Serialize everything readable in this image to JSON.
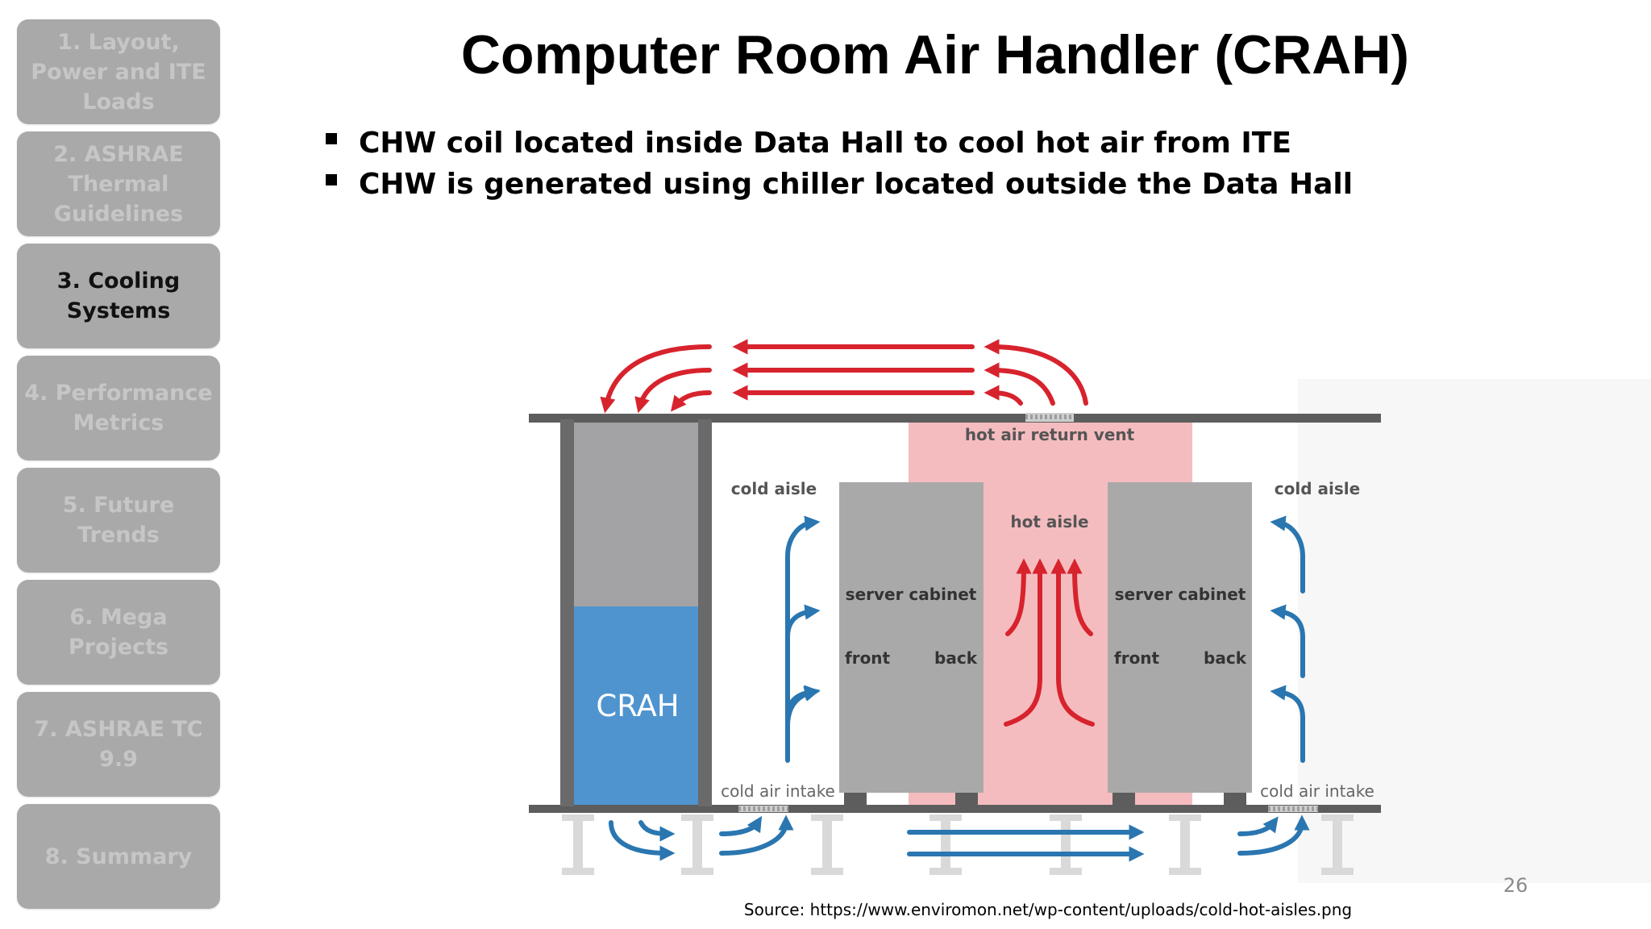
{
  "nav": {
    "items": [
      {
        "label": "1. Layout,\nPower and ITE\nLoads",
        "active": false
      },
      {
        "label": "2. ASHRAE\nThermal\nGuidelines",
        "active": false
      },
      {
        "label": "3. Cooling\nSystems",
        "active": true
      },
      {
        "label": "4. Performance\nMetrics",
        "active": false
      },
      {
        "label": "5. Future\nTrends",
        "active": false
      },
      {
        "label": "6. Mega\nProjects",
        "active": false
      },
      {
        "label": "7. ASHRAE TC\n9.9",
        "active": false
      },
      {
        "label": "8. Summary",
        "active": false
      }
    ]
  },
  "slide": {
    "title": "Computer Room Air Handler (CRAH)",
    "bullets": [
      "CHW coil located inside Data Hall to cool hot air from ITE",
      "CHW is generated using chiller located outside the Data Hall"
    ],
    "page_number": "26",
    "source": "Source: https://www.enviromon.net/wp-content/uploads/cold-hot-aisles.png"
  },
  "diagram": {
    "crah_label": "CRAH",
    "hot_air_return_vent": "hot air return vent",
    "hot_aisle": "hot aisle",
    "cold_aisle_left": "cold aisle",
    "cold_aisle_right": "cold aisle",
    "cabinet_left": {
      "label": "server cabinet",
      "front": "front",
      "back": "back"
    },
    "cabinet_right": {
      "label": "server cabinet",
      "front": "front",
      "back": "back"
    },
    "cold_air_intake_left": "cold air intake",
    "cold_air_intake_right": "cold air intake",
    "colors": {
      "hot": "#d7232d",
      "cold": "#2a76b0",
      "crah": "#4f94cf",
      "hot_zone": "#f5bcbf",
      "cabinet": "#a9a9a9",
      "structure": "#5d5d5d"
    }
  }
}
